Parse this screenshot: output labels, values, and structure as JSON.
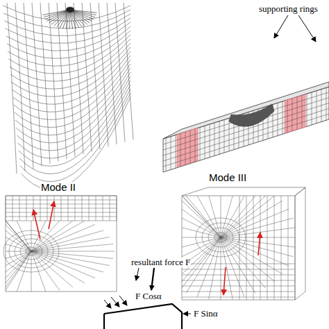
{
  "diagram": {
    "labels": [
      "supporting rings",
      "Mode II",
      "Mode III",
      "resultant force F",
      "F Cosα",
      "F Sinα"
    ]
  }
}
